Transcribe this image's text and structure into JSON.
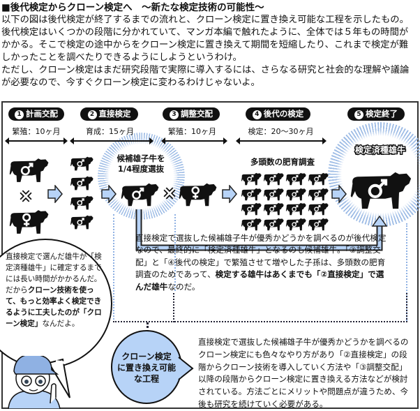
{
  "intro": {
    "title": "■後代検定からクローン検定へ　～新たな検定技術の可能性～",
    "lines": [
      "以下の図は後代検定が終了するまでの流れと、クローン検定に置き換え可能な工程を示したもの。",
      "後代検定はいくつかの段階に分かれていて、マンガ本編で触れたように、全体では５年もの時間が",
      "かかる。そこで検定の途中からをクローン検定に置き換えて期間を短縮したり、これまで検定が難",
      "しかったことを調べたりできるようにしようというわけ。",
      "ただし、クローン検定はまだ研究段階で実際に導入するには、さらなる研究と社会的な理解や議論",
      "が必要なので、今すぐクローン検定に変わるわけじゃないよ。"
    ]
  },
  "stages": [
    {
      "num": "1",
      "label": "計画交配",
      "duration": "繁殖：10ヶ月"
    },
    {
      "num": "2",
      "label": "直接検定",
      "duration": "育成：15ヶ月"
    },
    {
      "num": "3",
      "label": "調整交配",
      "duration": "繁殖：10ヶ月"
    },
    {
      "num": "4",
      "label": "後代の検定",
      "duration": "検定：20～30ヶ月"
    },
    {
      "num": "5",
      "label": "検定終了"
    }
  ],
  "labels": {
    "selection_1": "候補雄子牛を",
    "selection_2": "1/4程度選抜",
    "fattening": "多頭数の肥育調査",
    "proven_bull": "検定済種雄牛"
  },
  "diagram_note": {
    "text": "直接検定で選抜した候補雄子牛が優秀かどうかを調べるのが後代検定なので、最終的に「検定済種雄牛」となるのも候補雄牛。「③調整交配」と「④後代の検定」で繁殖させて増やした子孫は、多頭数の肥育調査のためであって、",
    "bold": "検定する雄牛はあくまでも「②直接検定」で選んだ雄牛",
    "tail": "なのだ。"
  },
  "bubble": {
    "text": "直接検定で選んだ雄牛が「検定済種雄牛」に確定するまでには長い時間がかかるんだ。",
    "lead": "だから",
    "bold": "クローン技術を使って、もっと効率よく検定できるように工夫したのが「クローン検定」",
    "tail": "なんだよ。"
  },
  "clone_circle": {
    "line1": "クローン検定",
    "line2": "に置き換え可能",
    "line3": "な工程"
  },
  "clone_note": "直接検定で選抜した候補雄子牛が優秀かどうかを調べるのクローン検定にも色々なやり方があり「②直接検定」の段階からクローン技術を導入していく方法や「③調整交配」以降の段階からクローン検定に置き換える方法などが検討されている。方法ごとにメリットや問題点が違うため、今後も研究を続けていく必要がある。",
  "colors": {
    "accent": "#b7d3f7",
    "dark": "#111111",
    "halo": "#9fbde6"
  }
}
